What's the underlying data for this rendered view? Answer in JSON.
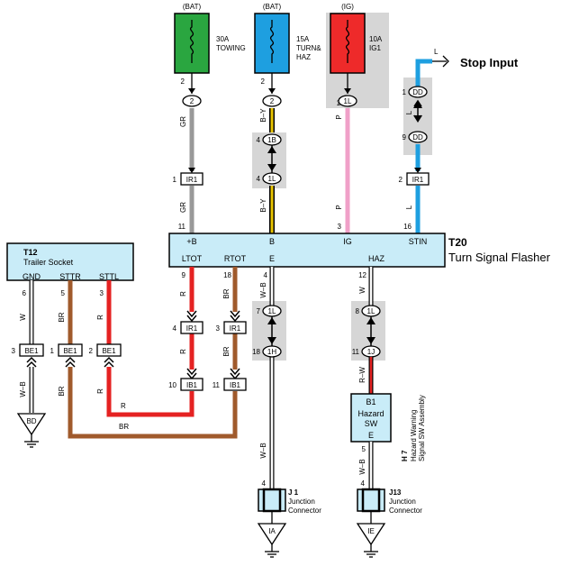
{
  "colors": {
    "fuse_towing": "#2aa640",
    "fuse_turn": "#1e9fe0",
    "fuse_ig": "#ee2a2a",
    "flasher_fill": "#c9ecf8",
    "wire_gray": "#999999",
    "wire_yellow": "#e8c400",
    "wire_pink": "#f0a0c8",
    "wire_blue": "#1e9fe0",
    "wire_red": "#e52222",
    "wire_brown": "#a05a2c",
    "connector_shade": "#d6d6d6"
  },
  "fuses": {
    "towing": {
      "source": "(BAT)",
      "rating": "30A",
      "name": "TOWING",
      "pin": "2",
      "conn": "2"
    },
    "turn": {
      "source": "(BAT)",
      "rating": "15A",
      "name1": "TURN&",
      "name2": "HAZ",
      "pin": "2",
      "conn": "2"
    },
    "ig": {
      "source": "(IG)",
      "rating": "10A",
      "name": "IG1",
      "pin": "1",
      "conn": "1L"
    }
  },
  "stop_input": {
    "wire": "L",
    "label": "Stop Input",
    "pin_top": "1",
    "conn_top": "DD",
    "pin_bottom": "9",
    "conn_bottom": "DD"
  },
  "wires": {
    "gr": "GR",
    "by": "B–Y",
    "p": "P",
    "l": "L",
    "r": "R",
    "br": "BR",
    "w": "W",
    "wb": "W–B",
    "rw": "R–W"
  },
  "ir1_top": [
    {
      "pin": "1",
      "conn": "IR1"
    },
    {
      "pin": "2",
      "conn": "IR1"
    }
  ],
  "by_joint": {
    "pin_top": "4",
    "conn_top": "1B",
    "pin_bottom": "4",
    "conn_bottom": "1L"
  },
  "flasher": {
    "code": "T20",
    "name": "Turn Signal Flasher",
    "top_pins": [
      {
        "pin": "11",
        "label": "+B"
      },
      {
        "pin": "",
        "label": "B"
      },
      {
        "pin": "3",
        "label": "IG"
      },
      {
        "pin": "16",
        "label": "STIN"
      }
    ],
    "bottom_pins": [
      {
        "pin": "9",
        "label": "LTOT"
      },
      {
        "pin": "18",
        "label": "RTOT"
      },
      {
        "pin": "4",
        "label": "E"
      },
      {
        "pin": "12",
        "label": "HAZ"
      }
    ]
  },
  "trailer": {
    "code": "T12",
    "name": "Trailer Socket",
    "pins": [
      {
        "pin": "6",
        "label": "GND"
      },
      {
        "pin": "5",
        "label": "STTR"
      },
      {
        "pin": "3",
        "label": "STTL"
      }
    ],
    "be1": [
      {
        "pin": "3",
        "conn": "BE1"
      },
      {
        "pin": "1",
        "conn": "BE1"
      },
      {
        "pin": "2",
        "conn": "BE1"
      }
    ],
    "ground_label": "BD"
  },
  "ltot_conns": {
    "ir1_pin": "4",
    "ir1": "IR1",
    "ib1_pin": "10",
    "ib1": "IB1"
  },
  "rtot_conns": {
    "ir1_pin": "3",
    "ir1": "IR1",
    "ib1_pin": "11",
    "ib1": "IB1"
  },
  "e_joint": {
    "pin_top": "7",
    "conn_top": "1L",
    "pin_bottom": "18",
    "conn_bottom": "1H"
  },
  "haz_joint": {
    "pin_top": "8",
    "conn_top": "1L",
    "pin_bottom": "11",
    "conn_bottom": "1J"
  },
  "hazard_sw": {
    "code": "B1",
    "name1": "Hazard",
    "name2": "SW",
    "pin_label": "E",
    "side_code": "H 7",
    "side_name1": "Hazard Warning",
    "side_name2": "Signal SW Assembly",
    "pin_bottom": "5"
  },
  "junction_j1": {
    "pin": "4",
    "code": "J 1",
    "name1": "Junction",
    "name2": "Connector",
    "ground": "IA"
  },
  "junction_j13": {
    "pin": "4",
    "code": "J13",
    "name1": "Junction",
    "name2": "Connector",
    "ground": "IE"
  }
}
